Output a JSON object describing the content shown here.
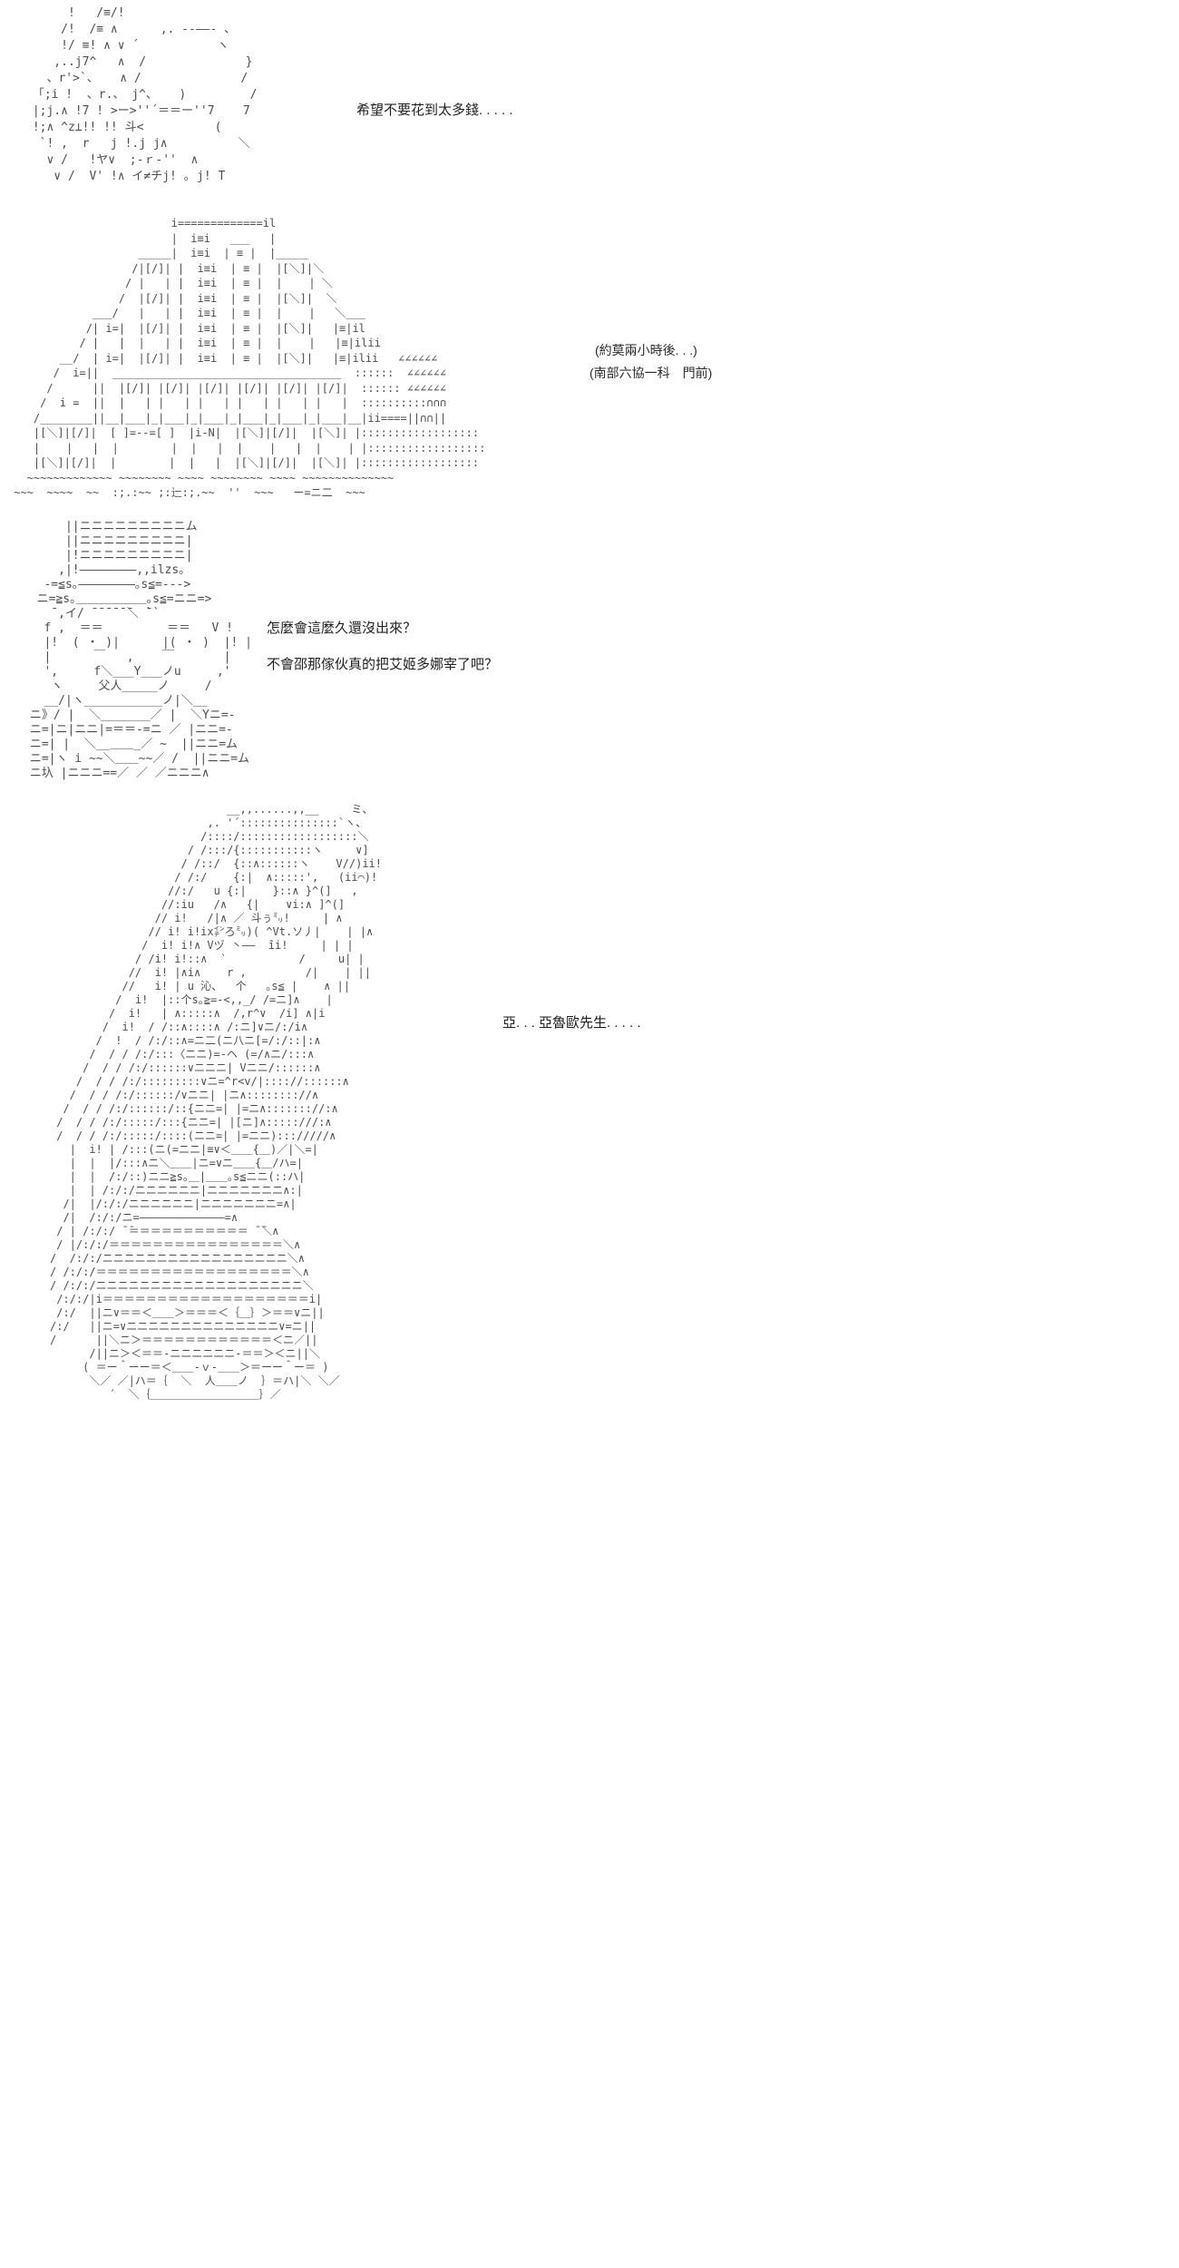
{
  "page": {
    "background": "#ffffff",
    "aa_color": "#4d4d4d",
    "dialogue_color": "#1f1f1f"
  },
  "dialogues": {
    "d1": {
      "text": "希望不要花到太多錢. . . . ."
    },
    "d2": {
      "text": "(約莫兩小時後. . .)"
    },
    "d3": {
      "text": "(南部六協一科　門前)"
    },
    "d4": {
      "text": "怎麼會這麼久還沒出來？"
    },
    "d5": {
      "text": "不會邵那傢伙真的把艾姬多娜宰了吧？"
    },
    "d6": {
      "text": "亞. . . 亞魯歐先生. . . . ."
    }
  },
  "ascii_art": {
    "panel1": "      !   /≡/!\n     /!  /≡ ∧      ,. -‐――- 、\n     !/ ≡! ∧ ∨ ´           ヽ\n    ,..j7^   ∧  /              }\n   、r'>`、   ∧ /              /\n 「;i !  、r.、 j^、   )         /\n |;j.∧ !7 ! >ー>''´＝＝ー''7    7\n !;∧ ^z⊥!! !! 斗<          (\n  `! ,  r   j !.j j∧          ＼\n   ∨ /   !ヤ∨  ;‐ｒ‐''  ∧\n    ∨ /  V' !∧ イ≠チj! ｡ j! T",
    "panel2": "                         i=============il\n                         |  i≡i   ___   |\n                    _____|  i≡i  | ≡ |  |_____\n                   /|[/]| |  i≡i  | ≡ |  |[＼]|＼\n                  / |   | |  i≡i  | ≡ |  |    | ＼\n                 /  |[/]| |  i≡i  | ≡ |  |[＼]|  ＼\n             ___/   |   | |  i≡i  | ≡ |  |    |   ＼___\n            /| i=|  |[/]| |  i≡i  | ≡ |  |[＼]|   |≡|il\n           / |   |  |   | |  i≡i  | ≡ |  |    |   |≡|ilii\n        __/  | i=|  |[/]| |  i≡i  | ≡ |  |[＼]|   |≡|ilii   ∠∠∠∠∠∠\n       /  i=||  ___________________________________  ::::::  ∠∠∠∠∠∠\n      /      ||  |[/]| |[/]| |[/]| |[/]| |[/]| |[/]|  :::::: ∠∠∠∠∠∠\n     /  i =  ||  |   | |   | |   | |   | |   | |   |  ::::::::::∩∩∩\n    /________||__|___|_|___|_|___|_|___|_|___|_|___|__|ii====||∩∩||\n    |[＼]|[/]|  [ ]=--=[ ]  |i-N|  |[＼]|[/]|  |[＼]| |::::::::::::::::::\n    |    |   |  |        |  |   |  |    |   |  |    | |::::::::::::::::::\n    |[＼]|[/]|  |        |  |   |  |[＼]|[/]|  |[＼]| |::::::::::::::::::\n   ~~~~~~~~~~~~~ ~~~~~~~~ ~~~~ ~~~~~~~~ ~~~~ ~~~~~~~~~~~~~~\n ~~~  ~~~~  ~~  :;.:~~ ;:辷:;.~~  ''  ~~~   ー=ニ二  ~~~",
    "panel3": "      ||ニニニニニニニニニム\n      ||ニニニニニニニニニ|\n      |!ニニニニニニニニニ|\n     ,|!――――――――,,ilzs｡\n   -=≦s｡――――――――｡s≦=--->\n  ニ=≧s｡＿＿＿＿＿＿｡s≦=ニニ=>\n    ̄ ,イ/ ̄ ̄ ̄ ̄ ̄ ̄＼ ̄``\n   f ,  ＝＝         ＝＝   V !\n   |!  ( ・ )|      |( ・ )  |! |\n   |      ￣   ,    ￣       |\n   ',     f＼___Y___ノu     ,'\n    ヽ     父人_____ノ     /\n   __/|ヽ___________ノ|＼__\n ニ》/ |  ＼_______／ |  ＼Yニ=-\n ニ=|ニ|ニニ|=＝＝-=ニ ／ |ニニ=-\n ニ=| |  ＼__＿＿_／ ~  ||ニニ=ム\n ニ=|ヽ i ~~＼＿＿~~／ /  ||ニニ=ム\n ニ圦 |ニニニ==／ ／ ／ニニニ∧",
    "panel4": "                           __,,......,,__     ミ、\n                        ,. '´:::::::::::::::`ヽ、\n                       /::::/::::::::::::::::::＼\n                     / /:::/{:::::::::::ヽ     ∨]\n                    / /::/  {::∧::::::ヽ    V//)ii!\n                   / /:/    {:|  ∧:::::',   (ii⌒)!\n                  //:/   u {:|    }::∧ }^(]   ,\n                 //:iu   /∧   {|    ∨i:∧ ]^(]\n                // i!   /|∧ ／ 斗ぅ㍉!     | ∧\n               // i! i!ix㌅ろ㍉)( ^Vt.ソ丿|    | |∧\n              /  i! i!∧ Vヅ 丶――  ̄ii!     | | |\n             / /i! i!::∧  `           /     u| |\n            //  i! |∧i∧    r ,         /|    | ||\n           //   i! | u 沁、  个   ｡s≦ |    ∧ ||\n          /  i!  |::个s｡≧=-<,,_/ /=ニ]∧    |\n         /  i!   | ∧:::::∧  /,r^∨  /i] ∧|i\n        /  i!  / /::∧::::∧ /:ニ]∨ニ/:/i∧\n       /  !  / /:/::∧=ニ二(ニ八ニ[=/:/::|:∧\n      /  / / /:/:::〈ニニ)=-ヘ (=/∧ニ/:::∧\n     /  / / /:/::::::∨ニニニ| Vニニ/::::::∧\n    /  / / /:/:::::::::∨ニ=^r<v/|:::://::::::∧\n   /  / / /:/::::::/∨ニニ| |ニ∧:::::::://∧\n  /  / / /:/::::::/::{ニニ=| |=ニ∧::::::://:∧\n /  / / /:/:::::/:::{ニニ=| |[ニ]∧:::::///:∧\n /  / / /:/:::::/::::(ニニ=| |=ニニ)::://///∧\n   |  i! | /:::(ニ(=ニニ|≡∨＜＿＿{＿)／|＼=|\n   |  |  |/:::∧ニ＼＿＿|ニ=∨ニ＿＿{＿/ハ=|\n   |  |  /:/::)ニニ≧s｡＿|＿＿｡s≦ニニ(::ハ|\n   |  | /:/:/ニニニニニニ|ニニニニニニニ∧:|\n  /|  |/:/:/ニニニニニニ|ニニニニニニニ=∧|\n  /|  /:/:/ニ=―――――――――――――=∧\n / | /:/:/ ̄ ̄＝＝＝＝＝＝＝＝＝＝＝ ̄ ̄＼∧\n / |/:/:/＝＝＝＝＝＝＝＝＝＝＝＝＝＝＝＝＼∧\n/  /:/:/ニニニニニニニニニニニニニニニニニ＼∧\n/ /:/:/＝＝＝＝＝＝＝＝＝＝＝＝＝＝＝＝＝＝＼∧\n/ /:/:/ニニニニニニニニニニニニニニニニニニニ＼\n /:/:/|i＝＝＝＝＝＝＝＝＝＝＝＝＝＝＝＝＝＝＝i|\n /:/  ||ニ∨＝＝＜＿＿＞＝＝＝＜｛＿｝＞＝＝∨ニ||\n/:/   ||ニ=∨ニニニニニニニニニニニニニニ∨=ニ||\n/      ||＼ニ＞＝＝＝＝＝＝＝＝＝＝＝＝＜ニ／||\n      /||ニ＞＜＝＝-ニニニニニニ-＝＝＞＜ニ||＼\n     ( ＝ー＾ーー＝＜＿＿-ｖ-＿＿＞＝ーー＾ー＝ )\n      ＼／ ／|ハ＝｛  ＼  人＿＿ノ  ｝＝ハ|＼ ＼／\n         ´  ＼｛＿＿＿＿＿＿＿＿＿＿｝／"
  }
}
